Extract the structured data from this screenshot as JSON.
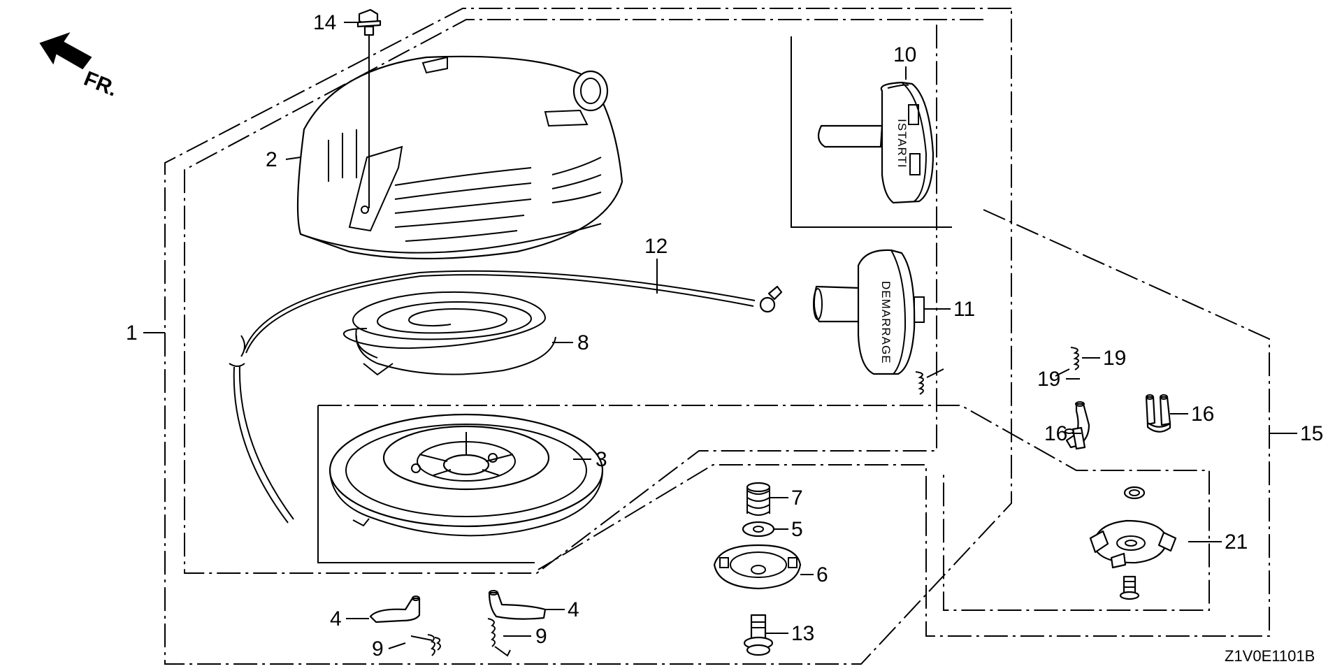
{
  "direction_label": "FR.",
  "diagram_code": "Z1V0E1101B",
  "knob_text": {
    "start": "ISTARTI",
    "demarrage": "DEMARRAGE"
  },
  "callouts": {
    "c1": "1",
    "c2": "2",
    "c3": "3",
    "c4a": "4",
    "c4b": "4",
    "c5": "5",
    "c6": "6",
    "c7": "7",
    "c8": "8",
    "c9a": "9",
    "c9b": "9",
    "c10": "10",
    "c11": "11",
    "c12": "12",
    "c13": "13",
    "c14": "14",
    "c15": "15",
    "c16a": "16",
    "c16b": "16",
    "c19a": "19",
    "c19b": "19",
    "c21": "21"
  }
}
